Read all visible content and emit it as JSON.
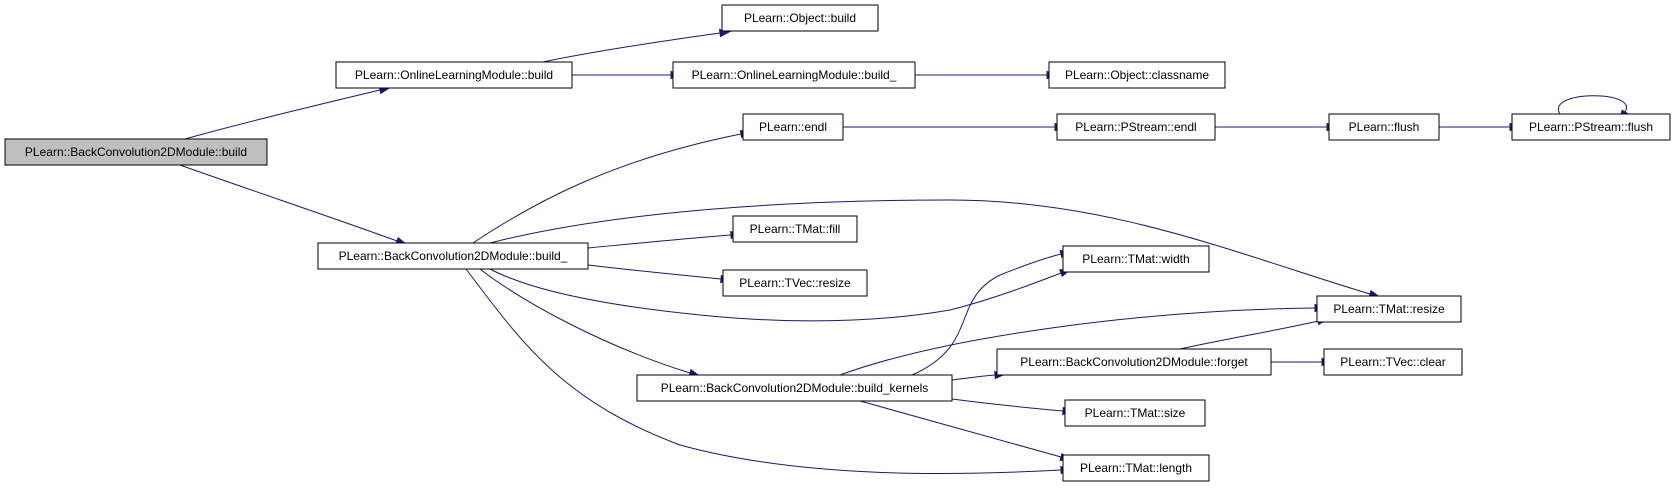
{
  "diagram": {
    "nodes": [
      {
        "id": "bc_build",
        "label": "PLearn::BackConvolution2DModule::build",
        "root": true
      },
      {
        "id": "olm_build",
        "label": "PLearn::OnlineLearningModule::build"
      },
      {
        "id": "obj_build",
        "label": "PLearn::Object::build"
      },
      {
        "id": "olm_build_",
        "label": "PLearn::OnlineLearningModule::build_"
      },
      {
        "id": "obj_classname",
        "label": "PLearn::Object::classname"
      },
      {
        "id": "endl",
        "label": "PLearn::endl"
      },
      {
        "id": "ps_endl",
        "label": "PLearn::PStream::endl"
      },
      {
        "id": "flush",
        "label": "PLearn::flush"
      },
      {
        "id": "ps_flush",
        "label": "PLearn::PStream::flush"
      },
      {
        "id": "bc_build_",
        "label": "PLearn::BackConvolution2DModule::build_"
      },
      {
        "id": "tmat_fill",
        "label": "PLearn::TMat::fill"
      },
      {
        "id": "tvec_resize",
        "label": "PLearn::TVec::resize"
      },
      {
        "id": "tmat_width",
        "label": "PLearn::TMat::width"
      },
      {
        "id": "tmat_resize",
        "label": "PLearn::TMat::resize"
      },
      {
        "id": "bc_forget",
        "label": "PLearn::BackConvolution2DModule::forget"
      },
      {
        "id": "tvec_clear",
        "label": "PLearn::TVec::clear"
      },
      {
        "id": "bc_build_kernels",
        "label": "PLearn::BackConvolution2DModule::build_kernels"
      },
      {
        "id": "tmat_size",
        "label": "PLearn::TMat::size"
      },
      {
        "id": "tmat_length",
        "label": "PLearn::TMat::length"
      }
    ],
    "edges": [
      {
        "from": "bc_build",
        "to": "olm_build"
      },
      {
        "from": "bc_build",
        "to": "bc_build_"
      },
      {
        "from": "olm_build",
        "to": "obj_build"
      },
      {
        "from": "olm_build",
        "to": "olm_build_"
      },
      {
        "from": "olm_build_",
        "to": "obj_classname"
      },
      {
        "from": "bc_build_",
        "to": "endl"
      },
      {
        "from": "bc_build_",
        "to": "tmat_resize"
      },
      {
        "from": "bc_build_",
        "to": "tmat_fill"
      },
      {
        "from": "bc_build_",
        "to": "tvec_resize"
      },
      {
        "from": "bc_build_",
        "to": "tmat_width"
      },
      {
        "from": "bc_build_",
        "to": "bc_build_kernels"
      },
      {
        "from": "bc_build_",
        "to": "tmat_length"
      },
      {
        "from": "endl",
        "to": "ps_endl"
      },
      {
        "from": "ps_endl",
        "to": "flush"
      },
      {
        "from": "flush",
        "to": "ps_flush"
      },
      {
        "from": "ps_flush",
        "to": "ps_flush"
      },
      {
        "from": "bc_build_kernels",
        "to": "tmat_width"
      },
      {
        "from": "bc_build_kernels",
        "to": "tmat_resize"
      },
      {
        "from": "bc_build_kernels",
        "to": "bc_forget"
      },
      {
        "from": "bc_build_kernels",
        "to": "tmat_size"
      },
      {
        "from": "bc_build_kernels",
        "to": "tmat_length"
      },
      {
        "from": "bc_forget",
        "to": "tmat_resize"
      },
      {
        "from": "bc_forget",
        "to": "tvec_clear"
      }
    ]
  }
}
